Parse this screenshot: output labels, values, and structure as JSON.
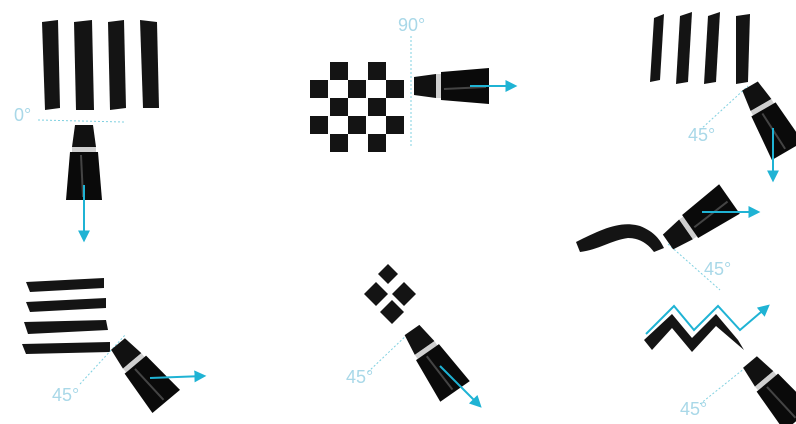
{
  "labels": {
    "top_left": "0°",
    "top_center": "90°",
    "top_right": "45°",
    "middle_right": "45°",
    "bottom_left": "45°",
    "bottom_center": "45°",
    "bottom_right": "45°"
  },
  "colors": {
    "ink": "#141414",
    "arrow": "#1fb3d4",
    "guide": "#7fd0e0",
    "label": "#a9d8e8",
    "marker_band": "#cfcfcf"
  },
  "icons": {
    "marker": "chisel-tip-marker-icon",
    "arrow": "direction-arrow-icon"
  }
}
